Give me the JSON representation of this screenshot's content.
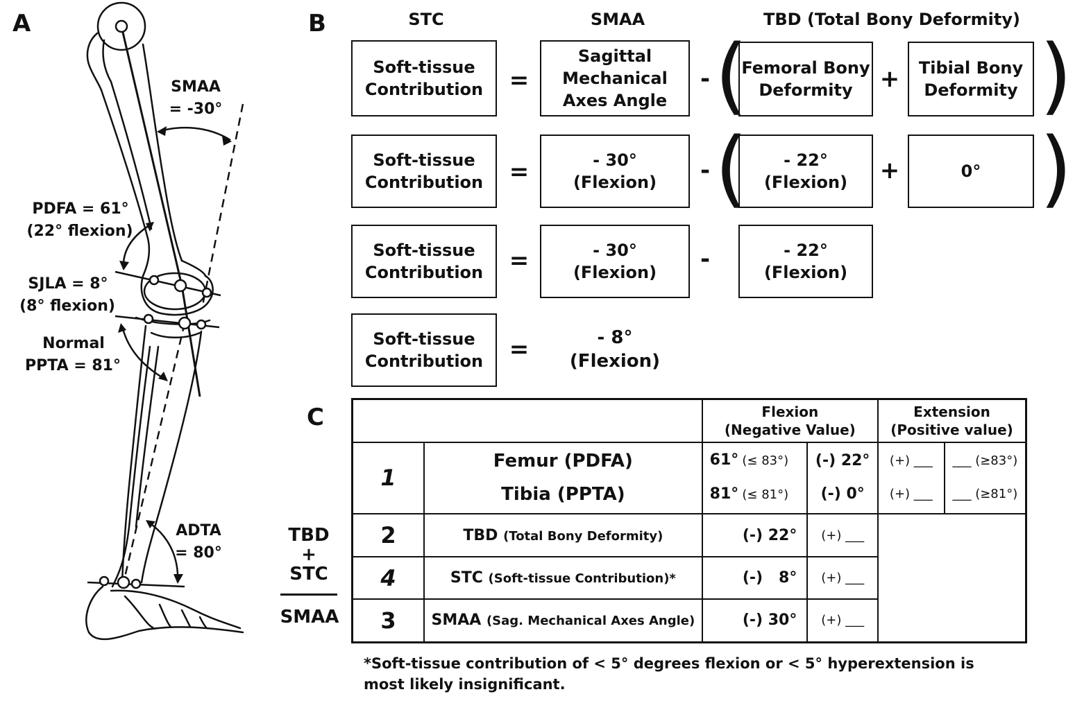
{
  "panelA": {
    "letter": "A",
    "smaa_label": "SMAA",
    "smaa_value": "= -30°",
    "pdfa_label": "PDFA = 61°",
    "pdfa_sub": "(22° flexion)",
    "sjla_label": "SJLA = 8°",
    "sjla_sub": "(8° flexion)",
    "pta_label": "Normal",
    "pta_sub": "PPTA = 81°",
    "adta_label": "ADTA",
    "adta_value": "= 80°"
  },
  "panelB": {
    "letter": "B",
    "col_stc": "STC",
    "col_smaa": "SMAA",
    "col_tbd": "TBD (Total Bony Deformity)",
    "stc_box": "Soft-tissue Contribution",
    "smaa_box": "Sagittal Mechanical Axes Angle",
    "fem_box": "Femoral Bony Deformity",
    "tib_box": "Tibial Bony Deformity",
    "eq": "=",
    "minus": "-",
    "plus": "+",
    "paren_open": "(",
    "paren_close": ")",
    "r2_smaa_val": "- 30°",
    "r2_smaa_sub": "(Flexion)",
    "r2_fem_val": "- 22°",
    "r2_fem_sub": "(Flexion)",
    "r2_tib_val": "0°",
    "r3_smaa_val": "- 30°",
    "r3_smaa_sub": "(Flexion)",
    "r3_fem_val": "- 22°",
    "r3_fem_sub": "(Flexion)",
    "r4_val": "- 8°",
    "r4_sub": "(Flexion)"
  },
  "panelC": {
    "letter": "C",
    "flexion_head": "Flexion",
    "flexion_sub": "(Negative Value)",
    "extension_head": "Extension",
    "extension_sub": "(Positive value)",
    "row1_num": "1",
    "femur_label": "Femur (PDFA)",
    "tibia_label": "Tibia (PPTA)",
    "femur_val": "61°",
    "femur_range": "(≤ 83°)",
    "tibia_val": "81°",
    "tibia_range": "(≤ 81°)",
    "femur_flex": "(-) 22°",
    "tibia_flex": "(-)  0°",
    "femur_ext": "(+) ___",
    "femur_ext_range": "___ (≥83°)",
    "tibia_ext": "(+) ___",
    "tibia_ext_range": "___ (≥81°)",
    "row2_num": "2",
    "row2_label": "TBD",
    "row2_label_small": "(Total Bony Deformity)",
    "row2_flex": "(-) 22°",
    "row2_ext": "(+) ___",
    "row4_num": "4",
    "row4_label": "STC",
    "row4_label_small": "(Soft-tissue Contribution)*",
    "row4_flex": "(-)   8°",
    "row4_ext": "(+) ___",
    "row3_num": "3",
    "row3_label": "SMAA",
    "row3_label_small": "(Sag. Mechanical Axes Angle)",
    "row3_flex": "(-) 30°",
    "row3_ext": "(+) ___",
    "side_tbd": "TBD",
    "side_plus": "+",
    "side_stc": "STC",
    "side_smaa": "SMAA",
    "footnote": "*Soft-tissue contribution of < 5° degrees flexion or < 5° hyperextension is most likely insignificant."
  }
}
